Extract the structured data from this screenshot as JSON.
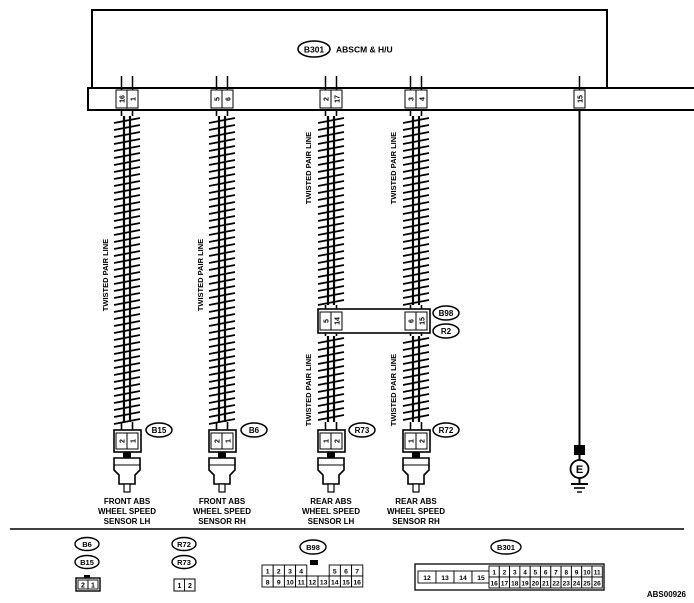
{
  "module": {
    "code": "B301",
    "name": "ABSCM & H/U"
  },
  "twisted_label": "TWISTED PAIR LINE",
  "ground_pin": "15",
  "ground_symbol": "E",
  "channels": [
    {
      "pins": [
        "16",
        "1"
      ],
      "connector": "B15",
      "sensor_pins": [
        "2",
        "1"
      ],
      "sensor_label": [
        "FRONT ABS",
        "WHEEL SPEED",
        "SENSOR LH"
      ]
    },
    {
      "pins": [
        "5",
        "6"
      ],
      "connector": "B6",
      "sensor_pins": [
        "2",
        "1"
      ],
      "sensor_label": [
        "FRONT ABS",
        "WHEEL SPEED",
        "SENSOR RH"
      ]
    },
    {
      "pins": [
        "2",
        "17"
      ],
      "connector": "R73",
      "sensor_pins": [
        "1",
        "2"
      ],
      "sensor_label": [
        "REAR ABS",
        "WHEEL SPEED",
        "SENSOR LH"
      ],
      "joint_pins": [
        "5",
        "14"
      ]
    },
    {
      "pins": [
        "3",
        "4"
      ],
      "connector": "R72",
      "sensor_pins": [
        "1",
        "2"
      ],
      "sensor_label": [
        "REAR ABS",
        "WHEEL SPEED",
        "SENSOR RH"
      ],
      "joint_pins": [
        "6",
        "15"
      ]
    }
  ],
  "joint_connectors": [
    "B98",
    "R2"
  ],
  "legend": {
    "b6_b15": {
      "tags": [
        "B6",
        "B15"
      ],
      "pins": [
        "2",
        "1"
      ]
    },
    "r72_r73": {
      "tags": [
        "R72",
        "R73"
      ],
      "pins": [
        "1",
        "2"
      ]
    },
    "b98": {
      "tag": "B98",
      "top": [
        "1",
        "2",
        "3",
        "4",
        "",
        "5",
        "6",
        "7"
      ],
      "bottom": [
        "8",
        "9",
        "10",
        "11",
        "12",
        "13",
        "14",
        "15",
        "16"
      ]
    },
    "b301": {
      "tag": "B301",
      "left": [
        "12",
        "13",
        "14",
        "15"
      ],
      "top": [
        "1",
        "2",
        "3",
        "4",
        "5",
        "6",
        "7",
        "8",
        "9",
        "10",
        "11"
      ],
      "bottom": [
        "16",
        "17",
        "18",
        "19",
        "20",
        "21",
        "22",
        "23",
        "24",
        "25",
        "26"
      ]
    }
  },
  "figure_code": "ABS00926"
}
